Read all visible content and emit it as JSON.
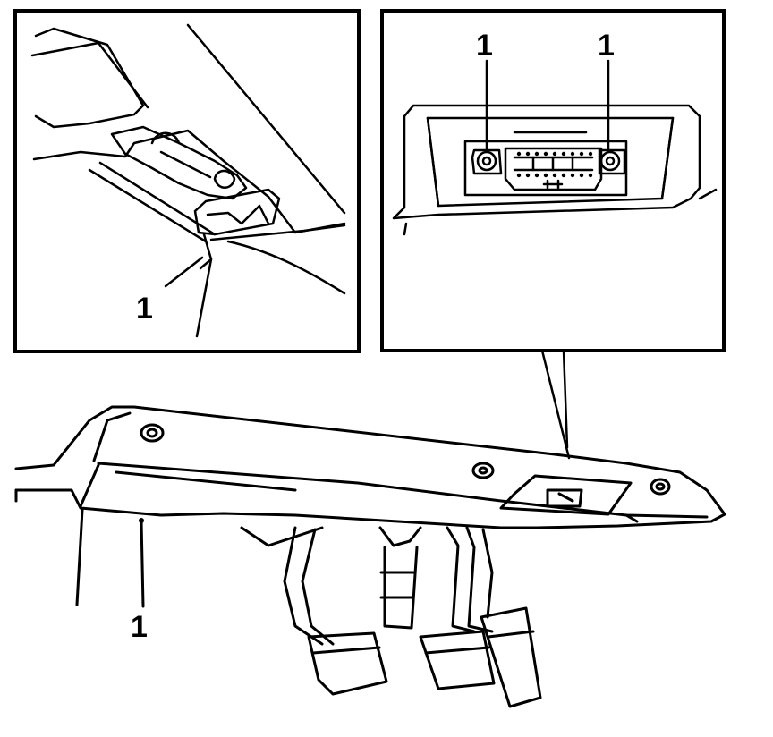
{
  "diagram": {
    "callouts": [
      {
        "id": "callout-detail-left",
        "label": "1"
      },
      {
        "id": "callout-detail-right-a",
        "label": "1"
      },
      {
        "id": "callout-detail-right-b",
        "label": "1"
      },
      {
        "id": "callout-main",
        "label": "1"
      }
    ],
    "panels": [
      "detail-left-clip",
      "detail-right-connector",
      "main-dash-trim"
    ],
    "colors": {
      "ink": "#000000",
      "paper": "#ffffff"
    }
  }
}
